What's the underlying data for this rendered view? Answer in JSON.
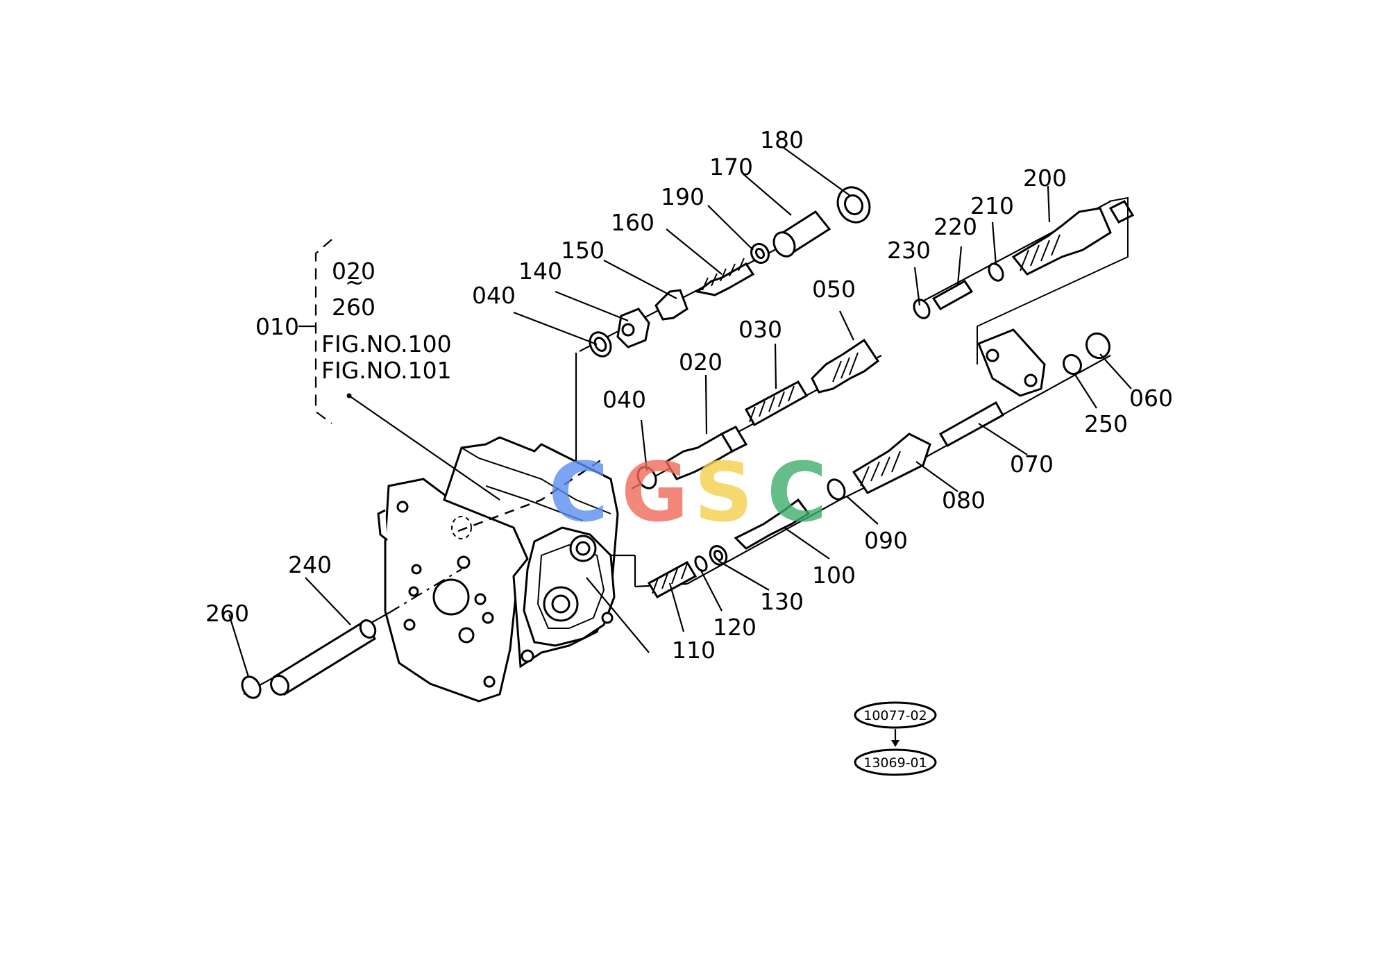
{
  "callouts": {
    "p010": "010",
    "p020": "020",
    "p020b": "020",
    "p030": "030",
    "p040a": "040",
    "p040b": "040",
    "p050": "050",
    "p060": "060",
    "p070": "070",
    "p080": "080",
    "p090": "090",
    "p100": "100",
    "p110": "110",
    "p120": "120",
    "p130": "130",
    "p140": "140",
    "p150": "150",
    "p160": "160",
    "p170": "170",
    "p180": "180",
    "p190": "190",
    "p200": "200",
    "p210": "210",
    "p220": "220",
    "p230": "230",
    "p240": "240",
    "p250": "250",
    "p260": "260",
    "p260b": "260"
  },
  "group_note": {
    "range_tilde": "~",
    "fig1": "FIG.NO.100",
    "fig2": "FIG.NO.101"
  },
  "references": {
    "top": "10077-02",
    "bottom": "13069-01"
  },
  "watermark": {
    "letters": [
      "C",
      "G",
      "S",
      "C"
    ],
    "colors": [
      "#5b8ef0",
      "#f06a5a",
      "#f5d04a",
      "#3fae6a"
    ]
  }
}
